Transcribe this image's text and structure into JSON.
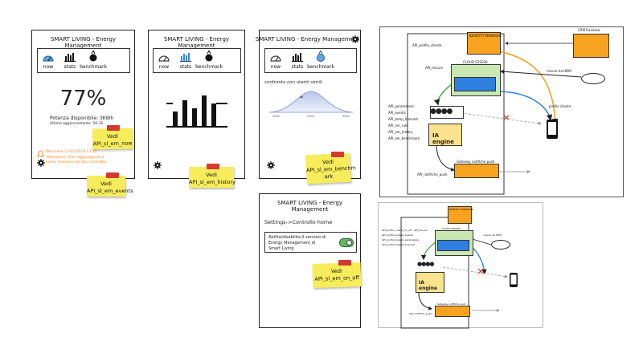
{
  "app_title": "SMART LIVING - Energy Management",
  "nav": {
    "now": "now",
    "stats": "stats",
    "benchmark": "benchmark"
  },
  "screen_now": {
    "percent": "77%",
    "power": "Potenza disponibile: 3KWh",
    "updated": "Ultimo aggiornamento: 16:32",
    "alert_date": "Mercoledi 12/05/2018 13:22",
    "alert_text_1": "Attenzione: Stai raggiungendo il",
    "alert_text_2": "livello massimo del tuo contratto!"
  },
  "screen_bench": {
    "caption": "confronto con utenti simili",
    "ticks": [
      "2000",
      "2500",
      "3000"
    ]
  },
  "screen_settings": {
    "heading": "Settings->Controllo home",
    "toggle_text_1": "Abilita/disabilita il servizio di",
    "toggle_text_2": "Energy Management di",
    "toggle_text_3": "Smart Living"
  },
  "stickies": [
    {
      "line1": "Vedi",
      "line2": "API_sl_em_now"
    },
    {
      "line1": "Vedi",
      "line2": "API_sl_em_events"
    },
    {
      "line1": "Vedi",
      "line2": "API_sl_em_history"
    },
    {
      "line1": "Vedi",
      "line2": "API_sl_em_benchm",
      "line3": "ark"
    },
    {
      "line1": "Vedi",
      "line2": "API_sl_em_on_off"
    }
  ],
  "diagram1": {
    "identity_manager": "IDENTITY MANAGER",
    "crm": "CRM Rainbow",
    "api_profilo": "API_profilo_cliente",
    "cloud": "CLOUD E2SE90",
    "api_misure": "API_misure",
    "misure": "misure da HDM",
    "profilo": "profilo cliente",
    "api_list": [
      "API_parametere",
      "API_events",
      "API_temp_forecast",
      "API_em_rule",
      "API_em_history",
      "API_em_benchmark"
    ],
    "ia_engine": "IA engine",
    "gateway": "Gateway notifiche push",
    "api_notifiche": "API_notifiche_push"
  },
  "diagram2": {
    "identity_manager": "IDENTITY MANAGER",
    "cloud": "CLOUD E2SE90",
    "api_misure": "API_misure",
    "misure": "misure da HDM",
    "api_list": [
      "API_profilo_clienti_on_off",
      "API_profile_basket_events",
      "API_profile_basket_parametere",
      "API_profile_basket_forecast"
    ],
    "ia_engine": "IA engine",
    "gateway": "Gateway notifiche push",
    "api_notifiche": "API_notifiche_push"
  }
}
